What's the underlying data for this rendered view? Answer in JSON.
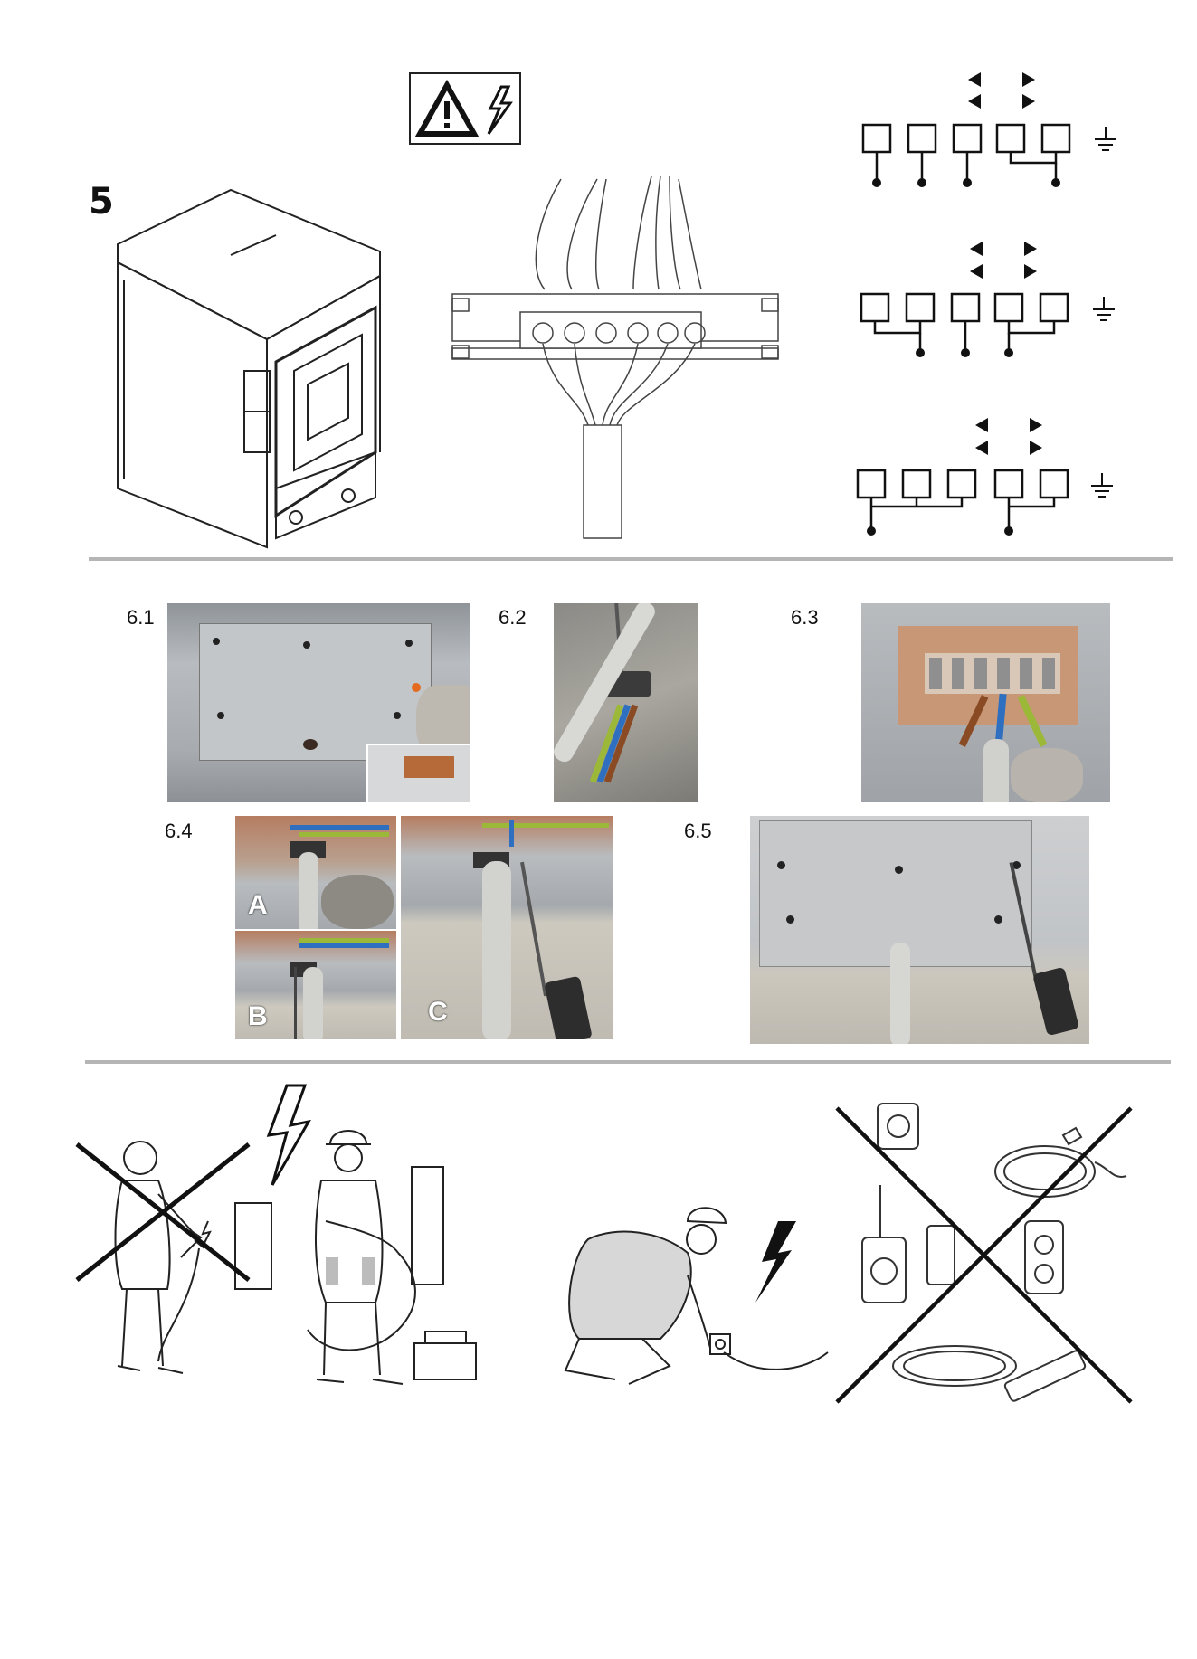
{
  "section5": {
    "step_number": "5"
  },
  "section6": {
    "labels": {
      "s61": "6.1",
      "s62": "6.2",
      "s63": "6.3",
      "s64": "6.4",
      "s65": "6.5"
    },
    "sub_letters": {
      "a": "A",
      "b": "B",
      "c": "C"
    }
  },
  "icons": {
    "warning": "warning-triangle-icon",
    "lightning": "lightning-icon",
    "ground": "ground-symbol-icon",
    "arrow_left": "arrow-left-icon",
    "arrow_right": "arrow-right-icon"
  },
  "colors": {
    "rule": "#b5b5b5",
    "photo_metal": "#9ea3a8",
    "wire_brown": "#8a4a24",
    "wire_blue": "#2f6fc0",
    "wire_green_yellow": "#9cb838",
    "floor": "#cdc9bf"
  }
}
